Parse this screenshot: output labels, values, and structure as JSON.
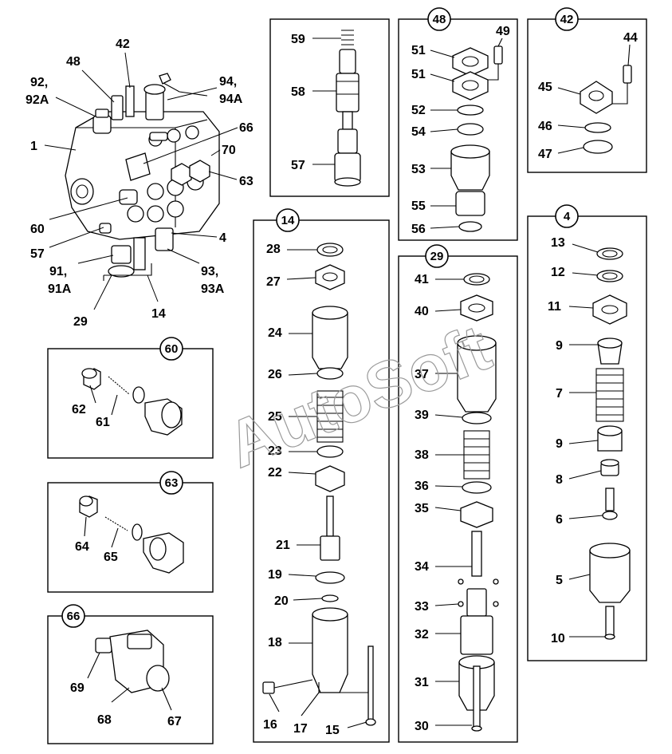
{
  "watermark": "AutoSoft",
  "panels": {
    "p60": "60",
    "p63": "63",
    "p66": "66",
    "p14": "14",
    "p48": "48",
    "p42": "42",
    "p29": "29",
    "p4": "4"
  },
  "labels": {
    "l1": "1",
    "l42": "42",
    "l48": "48",
    "l92a": "92,",
    "l92b": "92A",
    "l94a": "94,",
    "l94b": "94A",
    "l66": "66",
    "l70": "70",
    "l63": "63",
    "l60": "60",
    "l57": "57",
    "l4": "4",
    "l91a": "91,",
    "l91b": "91A",
    "l93a": "93,",
    "l93b": "93A",
    "l29": "29",
    "l14": "14",
    "p60_62": "62",
    "p60_61": "61",
    "p63_64": "64",
    "p63_65": "65",
    "p66_69": "69",
    "p66_68": "68",
    "p66_67": "67",
    "c57_59": "59",
    "c57_58": "58",
    "c57_57": "57",
    "p48_51a": "51",
    "p48_51b": "51",
    "p48_49": "49",
    "p48_52": "52",
    "p48_54": "54",
    "p48_53": "53",
    "p48_55": "55",
    "p48_56": "56",
    "p42_44": "44",
    "p42_45": "45",
    "p42_46": "46",
    "p42_47": "47",
    "p14_28": "28",
    "p14_27": "27",
    "p14_24": "24",
    "p14_26": "26",
    "p14_25": "25",
    "p14_23": "23",
    "p14_22": "22",
    "p14_21": "21",
    "p14_19": "19",
    "p14_20": "20",
    "p14_18": "18",
    "p14_16": "16",
    "p14_17": "17",
    "p14_15": "15",
    "p29_41": "41",
    "p29_40": "40",
    "p29_37": "37",
    "p29_39": "39",
    "p29_38": "38",
    "p29_36": "36",
    "p29_35": "35",
    "p29_34": "34",
    "p29_33": "33",
    "p29_32": "32",
    "p29_31": "31",
    "p29_30": "30",
    "p4_13": "13",
    "p4_12": "12",
    "p4_11": "11",
    "p4_9a": "9",
    "p4_7": "7",
    "p4_9b": "9",
    "p4_8": "8",
    "p4_6": "6",
    "p4_5": "5",
    "p4_10": "10"
  }
}
